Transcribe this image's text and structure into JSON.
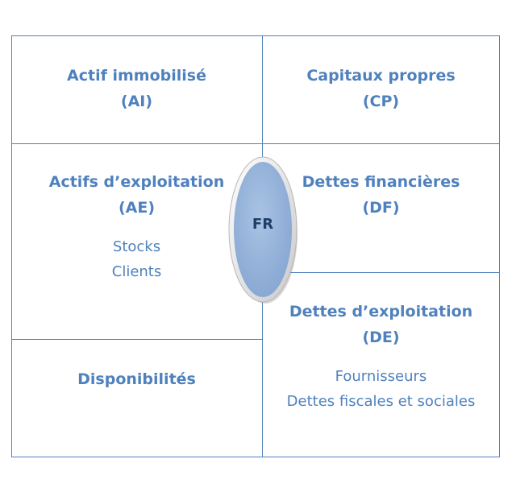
{
  "diagram": {
    "fr_label": "FR",
    "cells": {
      "ai": {
        "title": "Actif immobilisé",
        "code": "(AI)"
      },
      "cp": {
        "title": "Capitaux propres",
        "code": "(CP)"
      },
      "ae": {
        "title": "Actifs d’exploitation",
        "code": "(AE)",
        "items": [
          "Stocks",
          "Clients"
        ]
      },
      "df": {
        "title": "Dettes financières",
        "code": "(DF)"
      },
      "de": {
        "title": "Dettes d’exploitation",
        "code": "(DE)",
        "items": [
          "Fournisseurs",
          "Dettes fiscales et sociales"
        ]
      },
      "dispo": {
        "title": "Disponibilités"
      }
    },
    "colors": {
      "line": "#4f81bd",
      "text": "#4f81bd",
      "ellipse_fill": "#95b3d7",
      "ellipse_label": "#1f3f6b"
    }
  }
}
